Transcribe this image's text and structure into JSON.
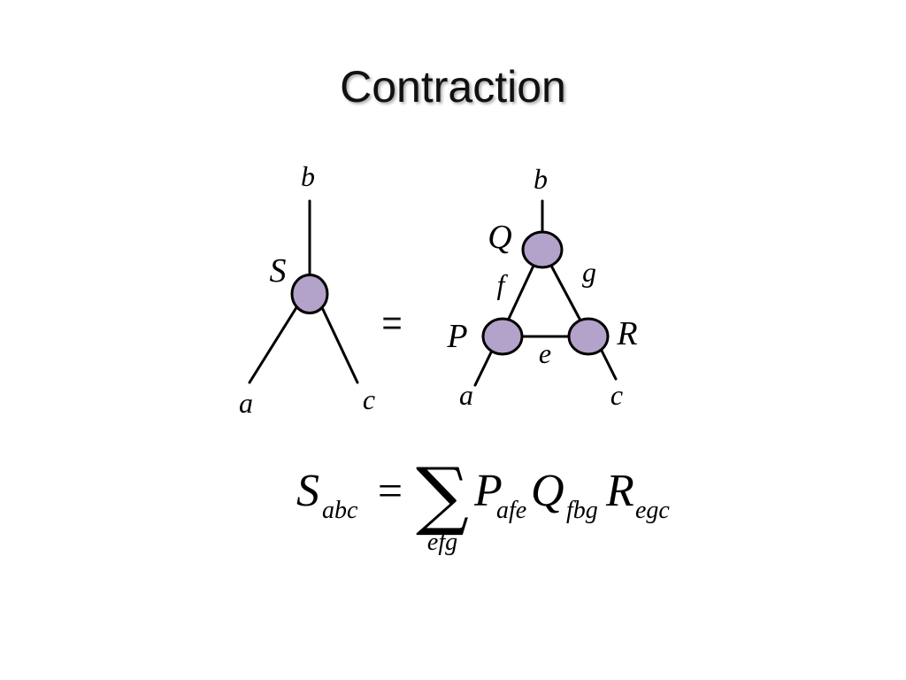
{
  "slide": {
    "title": "Contraction"
  },
  "colors": {
    "node_fill": "#b3a2c9",
    "stroke": "#000000"
  },
  "left_diagram": {
    "node_label": "S",
    "leg_top": "b",
    "leg_left": "a",
    "leg_right": "c"
  },
  "equals": "=",
  "right_diagram": {
    "node_top": "Q",
    "node_left": "P",
    "node_right": "R",
    "leg_top": "b",
    "leg_left": "a",
    "leg_right": "c",
    "bond_left": "f",
    "bond_right": "g",
    "bond_bottom": "e"
  },
  "formula": {
    "lhs": "S",
    "lhs_sub": "abc",
    "op": "=",
    "sum_symbol": "∑",
    "sum_index": "efg",
    "t1": "P",
    "t1_sub": "afe",
    "t2": "Q",
    "t2_sub": "fbg",
    "t3": "R",
    "t3_sub": "egc"
  }
}
